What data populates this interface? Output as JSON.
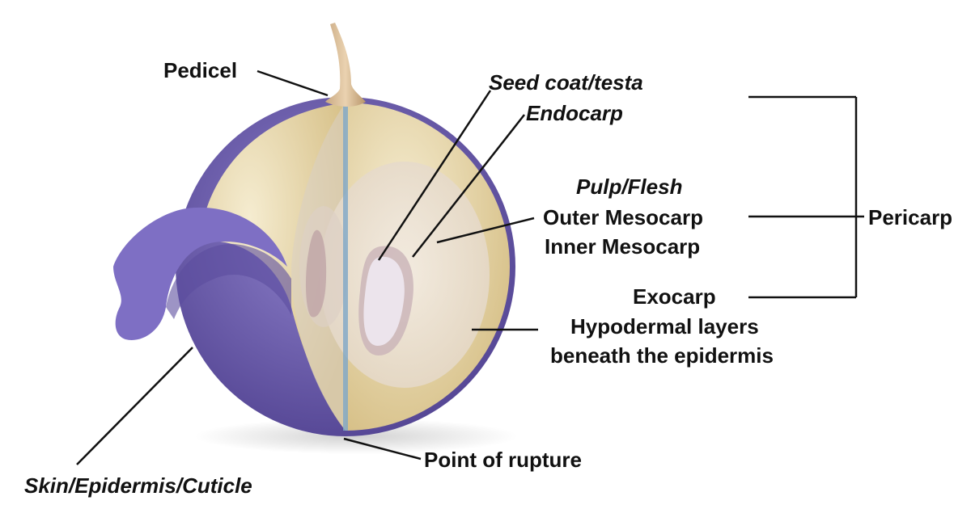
{
  "labels": {
    "pedicel": "Pedicel",
    "seed_coat": "Seed coat/testa",
    "endocarp": "Endocarp",
    "pulp": "Pulp/Flesh",
    "outer_mesocarp": "Outer Mesocarp",
    "inner_mesocarp": "Inner Mesocarp",
    "pericarp": "Pericarp",
    "exocarp": "Exocarp",
    "hypodermal_line1": "Hypodermal layers",
    "hypodermal_line2": "beneath the epidermis",
    "rupture": "Point of rupture",
    "skin": "Skin/Epidermis/Cuticle"
  },
  "colors": {
    "skin": "#7a6bb8",
    "skin_dark": "#4e3f8e",
    "flesh": "#e9dcb5",
    "flesh_tan": "#d9c48e",
    "inner": "#f1e9dc",
    "seed": "#e8dfe6",
    "leader_line": "#111111"
  }
}
